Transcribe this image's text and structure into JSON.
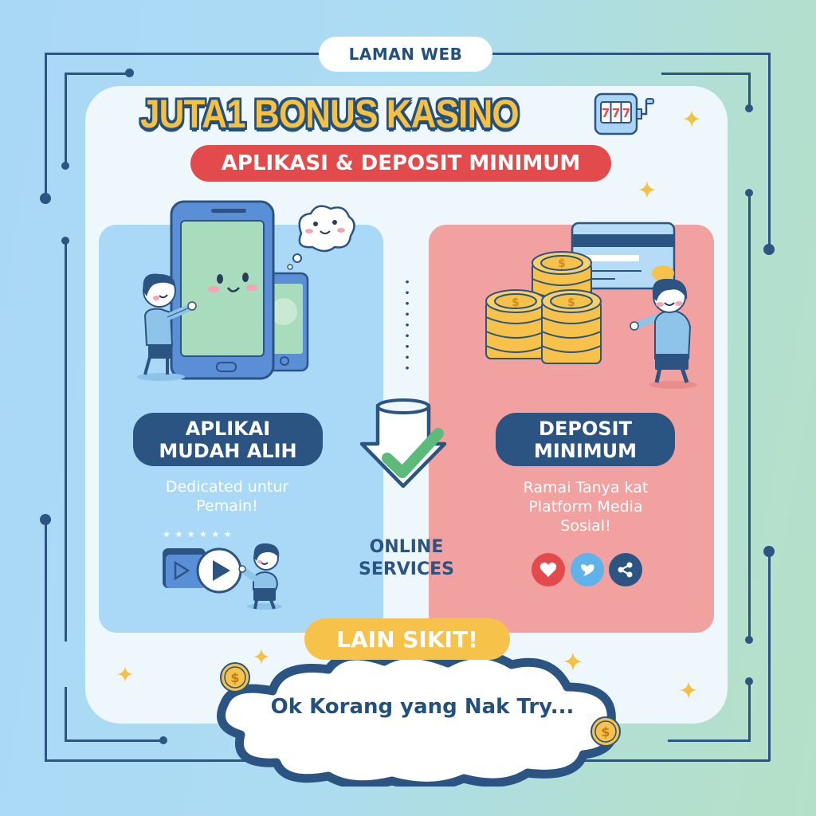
{
  "header": {
    "site_label": "LAMAN WEB",
    "title": "JUTA1 BONUS KASINO",
    "subtitle": "APLIKASI & DEPOSIT MINIMUM"
  },
  "icons": {
    "slot_machine": "slot-machine-icon",
    "slot_reels": [
      "7",
      "7",
      "7"
    ]
  },
  "left_panel": {
    "label_line1": "APLIKAI",
    "label_line2": "MUDAH ALIH",
    "desc_line1": "Dedicated untur",
    "desc_line2": "Pemain!",
    "stars": "★ ★ ★ ★ ★ ★"
  },
  "center": {
    "label_line1": "ONLINE",
    "label_line2": "SERVICES"
  },
  "right_panel": {
    "label_line1": "DEPOSIT",
    "label_line2": "MINIMUM",
    "desc_line1": "Ramai Tanya kat",
    "desc_line2": "Platform Media",
    "desc_line3": "Sosial!",
    "social_icons": [
      "heart-icon",
      "bird-icon",
      "share-icon"
    ],
    "coin_symbol": "$"
  },
  "footer": {
    "badge": "LAIN SIKIT!",
    "cloud_text": "Ok Korang yang Nak Try..."
  },
  "colors": {
    "navy": "#2b5482",
    "red": "#e34a4c",
    "yellow": "#f6c24a",
    "panel_blue": "#a9d9f7",
    "panel_pink": "#f1a19f",
    "card_bg": "#eef7fb",
    "green_check": "#5cbb7a"
  }
}
